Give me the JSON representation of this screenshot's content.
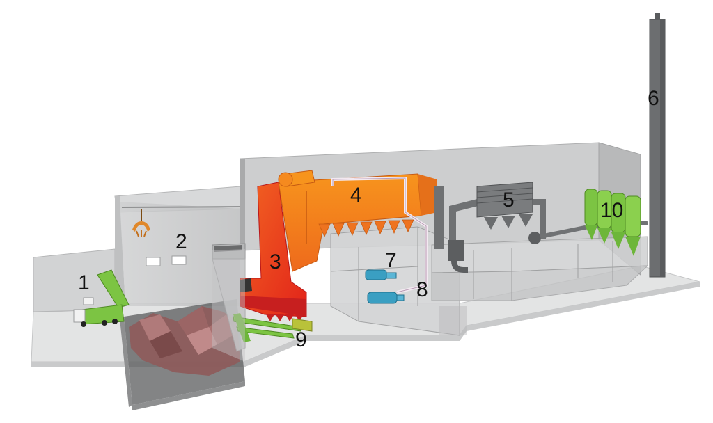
{
  "labels": {
    "l1": "1",
    "l2": "2",
    "l3": "3",
    "l4": "4",
    "l5": "5",
    "l6": "6",
    "l7": "7",
    "l8": "8",
    "l9": "9",
    "l10": "10"
  },
  "colors": {
    "wall": "#c7c8c9",
    "wall_dark": "#a9aaab",
    "floor": "#dcdddd",
    "furnace": "#f47b20",
    "grate": "#e8401c",
    "steel": "#6f7173",
    "filter": "#7a7c7e",
    "silo": "#7cc443",
    "pump": "#3a9fc2",
    "waste": "#8e5b5b",
    "truck": "#8bc34a"
  }
}
